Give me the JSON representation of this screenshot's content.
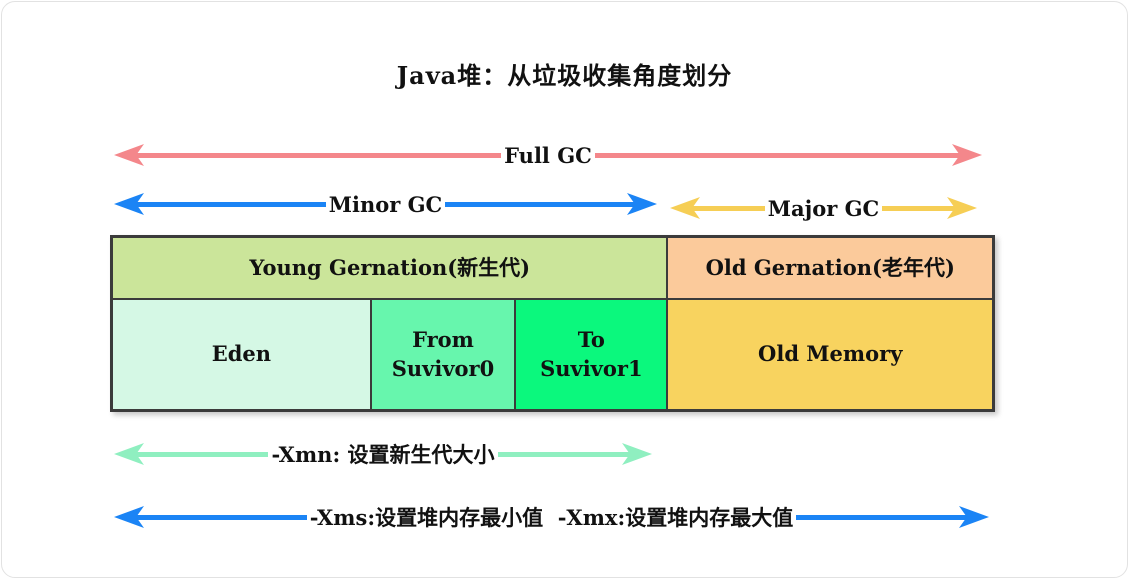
{
  "title": "Java堆：从垃圾收集角度划分",
  "arrows": {
    "full_gc": {
      "label": "Full GC"
    },
    "minor_gc": {
      "label": "Minor GC"
    },
    "major_gc": {
      "label": "Major GC"
    },
    "xmn": {
      "label": "-Xmn: 设置新生代大小"
    },
    "xms_xmx": {
      "label": "-Xms:设置堆内存最小值  -Xmx:设置堆内存最大值"
    }
  },
  "heap_table": {
    "young_generation": {
      "label": "Young Gernation(新生代)"
    },
    "old_generation": {
      "label": "Old Gernation(老年代)"
    },
    "eden": {
      "label": "Eden"
    },
    "from_survivor": {
      "label": "From\nSuvivor0"
    },
    "to_survivor": {
      "label": "To\nSuvivor1"
    },
    "old_memory": {
      "label": "Old Memory"
    }
  },
  "colors": {
    "full-gc": "#f4878b",
    "minor-gc": "#1b84f5",
    "major-gc": "#f6ce55",
    "xmn": "#8fefc0",
    "xms-xmx": "#1b84f5",
    "young-gen": "#cbe59a",
    "old-gen": "#fbca9b",
    "eden": "#d5f8e5",
    "from-survivor": "#67f6ad",
    "to-survivor": "#0bf87d",
    "old-memory": "#f8d35f",
    "table-border": "#3b3b3b"
  }
}
